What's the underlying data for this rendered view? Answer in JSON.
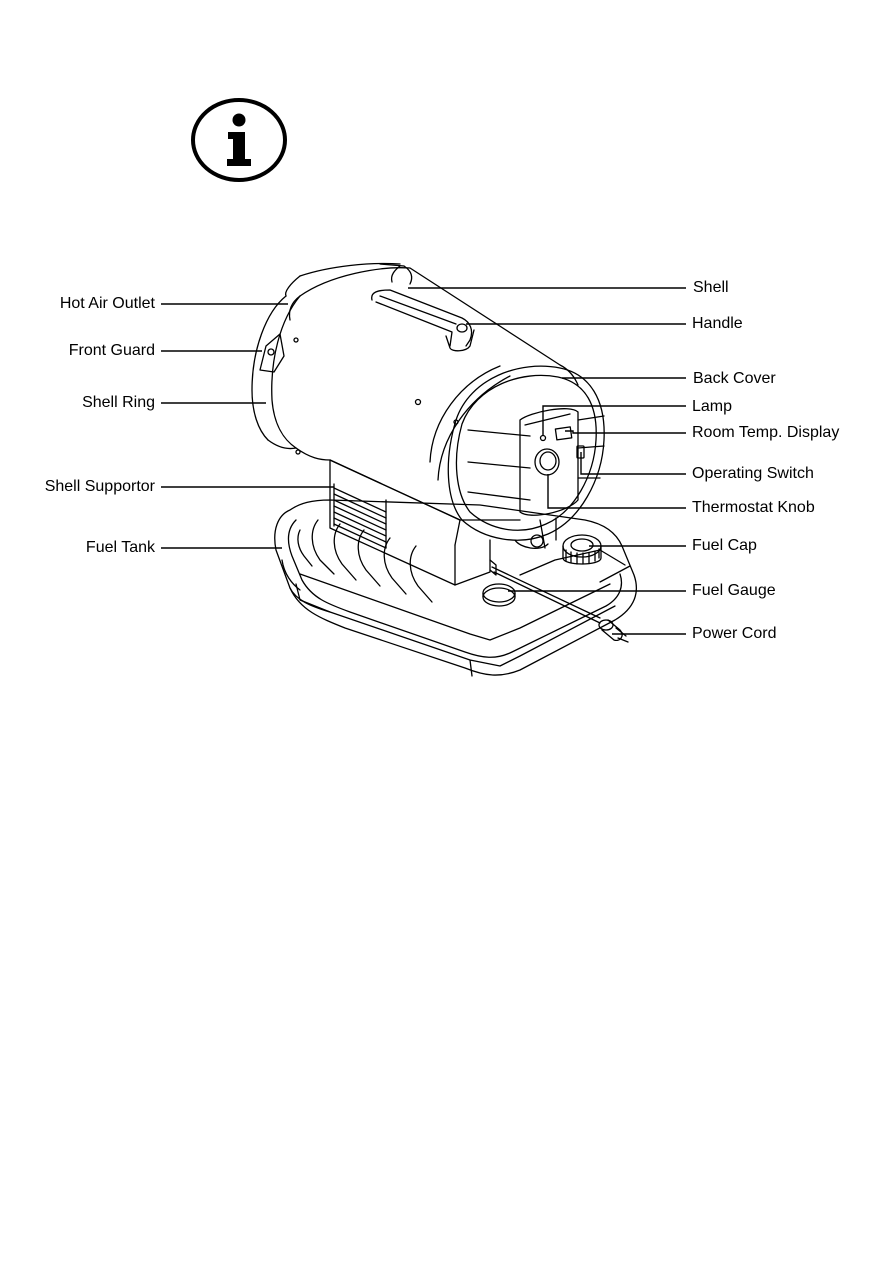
{
  "info_icon": {
    "glyph": "i",
    "name": "info-icon"
  },
  "diagram": {
    "labels_left": {
      "hot_air_outlet": "Hot Air Outlet",
      "front_guard": "Front Guard",
      "shell_ring": "Shell Ring",
      "shell_supportor": "Shell Supportor",
      "fuel_tank": "Fuel Tank"
    },
    "labels_right": {
      "shell": "Shell",
      "handle": "Handle",
      "back_cover": "Back Cover",
      "lamp": "Lamp",
      "room_temp_display": "Room Temp. Display",
      "operating_switch": "Operating Switch",
      "thermostat_knob": "Thermostat Knob",
      "fuel_cap": "Fuel Cap",
      "fuel_gauge": "Fuel Gauge",
      "power_cord": "Power Cord"
    }
  },
  "colors": {
    "line": "#000000",
    "background": "#ffffff"
  }
}
